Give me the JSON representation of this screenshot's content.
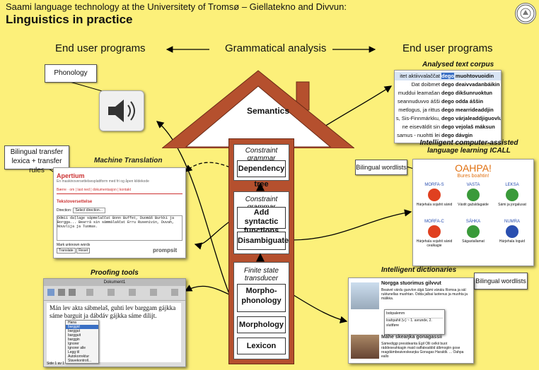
{
  "header": {
    "subtitle": "Saami language technology at the Universitety of Tromsø – Giellatekno and Divvun:",
    "title": "Linguistics in practice",
    "seal_text": "UNIVERSITY TROMSØ"
  },
  "categories": {
    "left": "End user programs",
    "center": "Grammatical analysis",
    "right": "End user programs"
  },
  "house": {
    "roof_label": "Semantics",
    "cg1": {
      "label": "Constraint grammar",
      "item": "Dependency tree"
    },
    "cg2": {
      "label": "Constraint grammar",
      "items": [
        "Add syntactic functions",
        "Disambiguate"
      ]
    },
    "fst": {
      "label": "Finite state transducer",
      "items": [
        "Morpho-phonology",
        "Morphology",
        "Lexicon"
      ]
    }
  },
  "callouts": {
    "phonology": "Phonology",
    "bilingual_lexica": "Bilingual transfer lexica + transfer rules",
    "wordlists_icall": "Bilingual wordlists",
    "wordlists_dict": "Bilingual wordlists"
  },
  "sections": {
    "corpus": "Analysed text corpus",
    "mt": "Machine Translation",
    "icall": "Intelligent computer-assisted language learning ICALL",
    "proofing": "Proofing tools",
    "dictionaries": "Intelligent dictionaries"
  },
  "corpus_rows": [
    {
      "left": "itet aktiivvalaččat",
      "dego": "dego",
      "right": "muohtovuoidin"
    },
    {
      "left": "Dat doibmet",
      "dego": "dego",
      "right": "deaivvadanbáikin"
    },
    {
      "left": "muddui leamašan",
      "dego": "dego",
      "right": "dikšunruoktun"
    },
    {
      "left": "seannuduvvo ášši",
      "dego": "dego",
      "right": "odda áššin"
    },
    {
      "left": "metlogus, ja rittus",
      "dego": "dego",
      "right": "mearrideaddjin"
    },
    {
      "left": "s, Sis-Finnmárkku,",
      "dego": "dego",
      "right": "várjaleaddjiguovlun"
    },
    {
      "left": "ne eisevāldit sin",
      "dego": "dego",
      "right": "vejolaš máksun"
    },
    {
      "left": "samus - nuohtti lei",
      "dego": "dego",
      "right": "dávgin"
    }
  ],
  "mt_shot": {
    "title": "Apertium",
    "subtitle": "En maskinoversettelsesplattform med fri og åpen kildekode",
    "nav": "Bærre · om | last ned | dokumentasjon | kontakt",
    "section": "Tekstoversettelse",
    "direction": "Direction:",
    "select": "Select direction...",
    "text": "Odmii daḷlage sápmelaččat Bonn Buḟfet, Duomáš Burkki ja Borgga... Bearrá sin sámmálaščat Erru Rusenivin, Duvah, Nouvlija ja Tuomas.",
    "mark": "Mark unknown words",
    "translate": "Translate",
    "reset": "Reset",
    "logo": "prompsit"
  },
  "oahpa": {
    "title": "OAHPA!",
    "subtitle": "Bures boahtin!",
    "tiles": [
      {
        "name": "MORFA-S",
        "text": "Hárjehala sojahit sánid"
      },
      {
        "name": "VASTA",
        "text": "Vástit gažaldagaide"
      },
      {
        "name": "LEKSA",
        "text": "Sámi ja jorgalusat"
      },
      {
        "name": "MORFA-C",
        "text": "Hárjehala sojahit sánid cealkagie"
      },
      {
        "name": "SÁHKA",
        "text": "Ságastallamat"
      },
      {
        "name": "NUMRA",
        "text": "Hárjehala loguid"
      }
    ]
  },
  "proof": {
    "window_title": "Dokument1",
    "sentence": "Mán lev akta sábmelaš, guhti lev barggam gájkka sáme barguit ja dábdáv gájkka sáme dilijt.",
    "menu": [
      "Hana",
      "barggid",
      "barggut",
      "bargguit",
      "barggin",
      "Ignorer",
      "Ignorer alle",
      "Legg til",
      "Autokorrektur",
      "Stavekontroll..."
    ],
    "status": "Side 1 av 1"
  },
  "dict": {
    "heading1": "Norgga stuorimus gilvvut",
    "para1": "Beaivet várdu guovlon álgá Sámi vánáiu Romsa ja sáí ruktunellas muohtan. Odda jalbai luotenus ja muohta ja málkka.",
    "popup1": "bobpalemm",
    "popup2": "loahpahit (v.) ~ 1. avrunde, 2. sluttføre",
    "heading2": "Máhe skeaŋka gonagassii",
    "para2": "Sámediggi presideanta Egil Olli celkii buot ráddeseahkagin maid oaffaleaddid álbmogiin gose reagdámbeaiveskeaŋka Gonagas Haraldii. ... Oahpa eallo"
  }
}
